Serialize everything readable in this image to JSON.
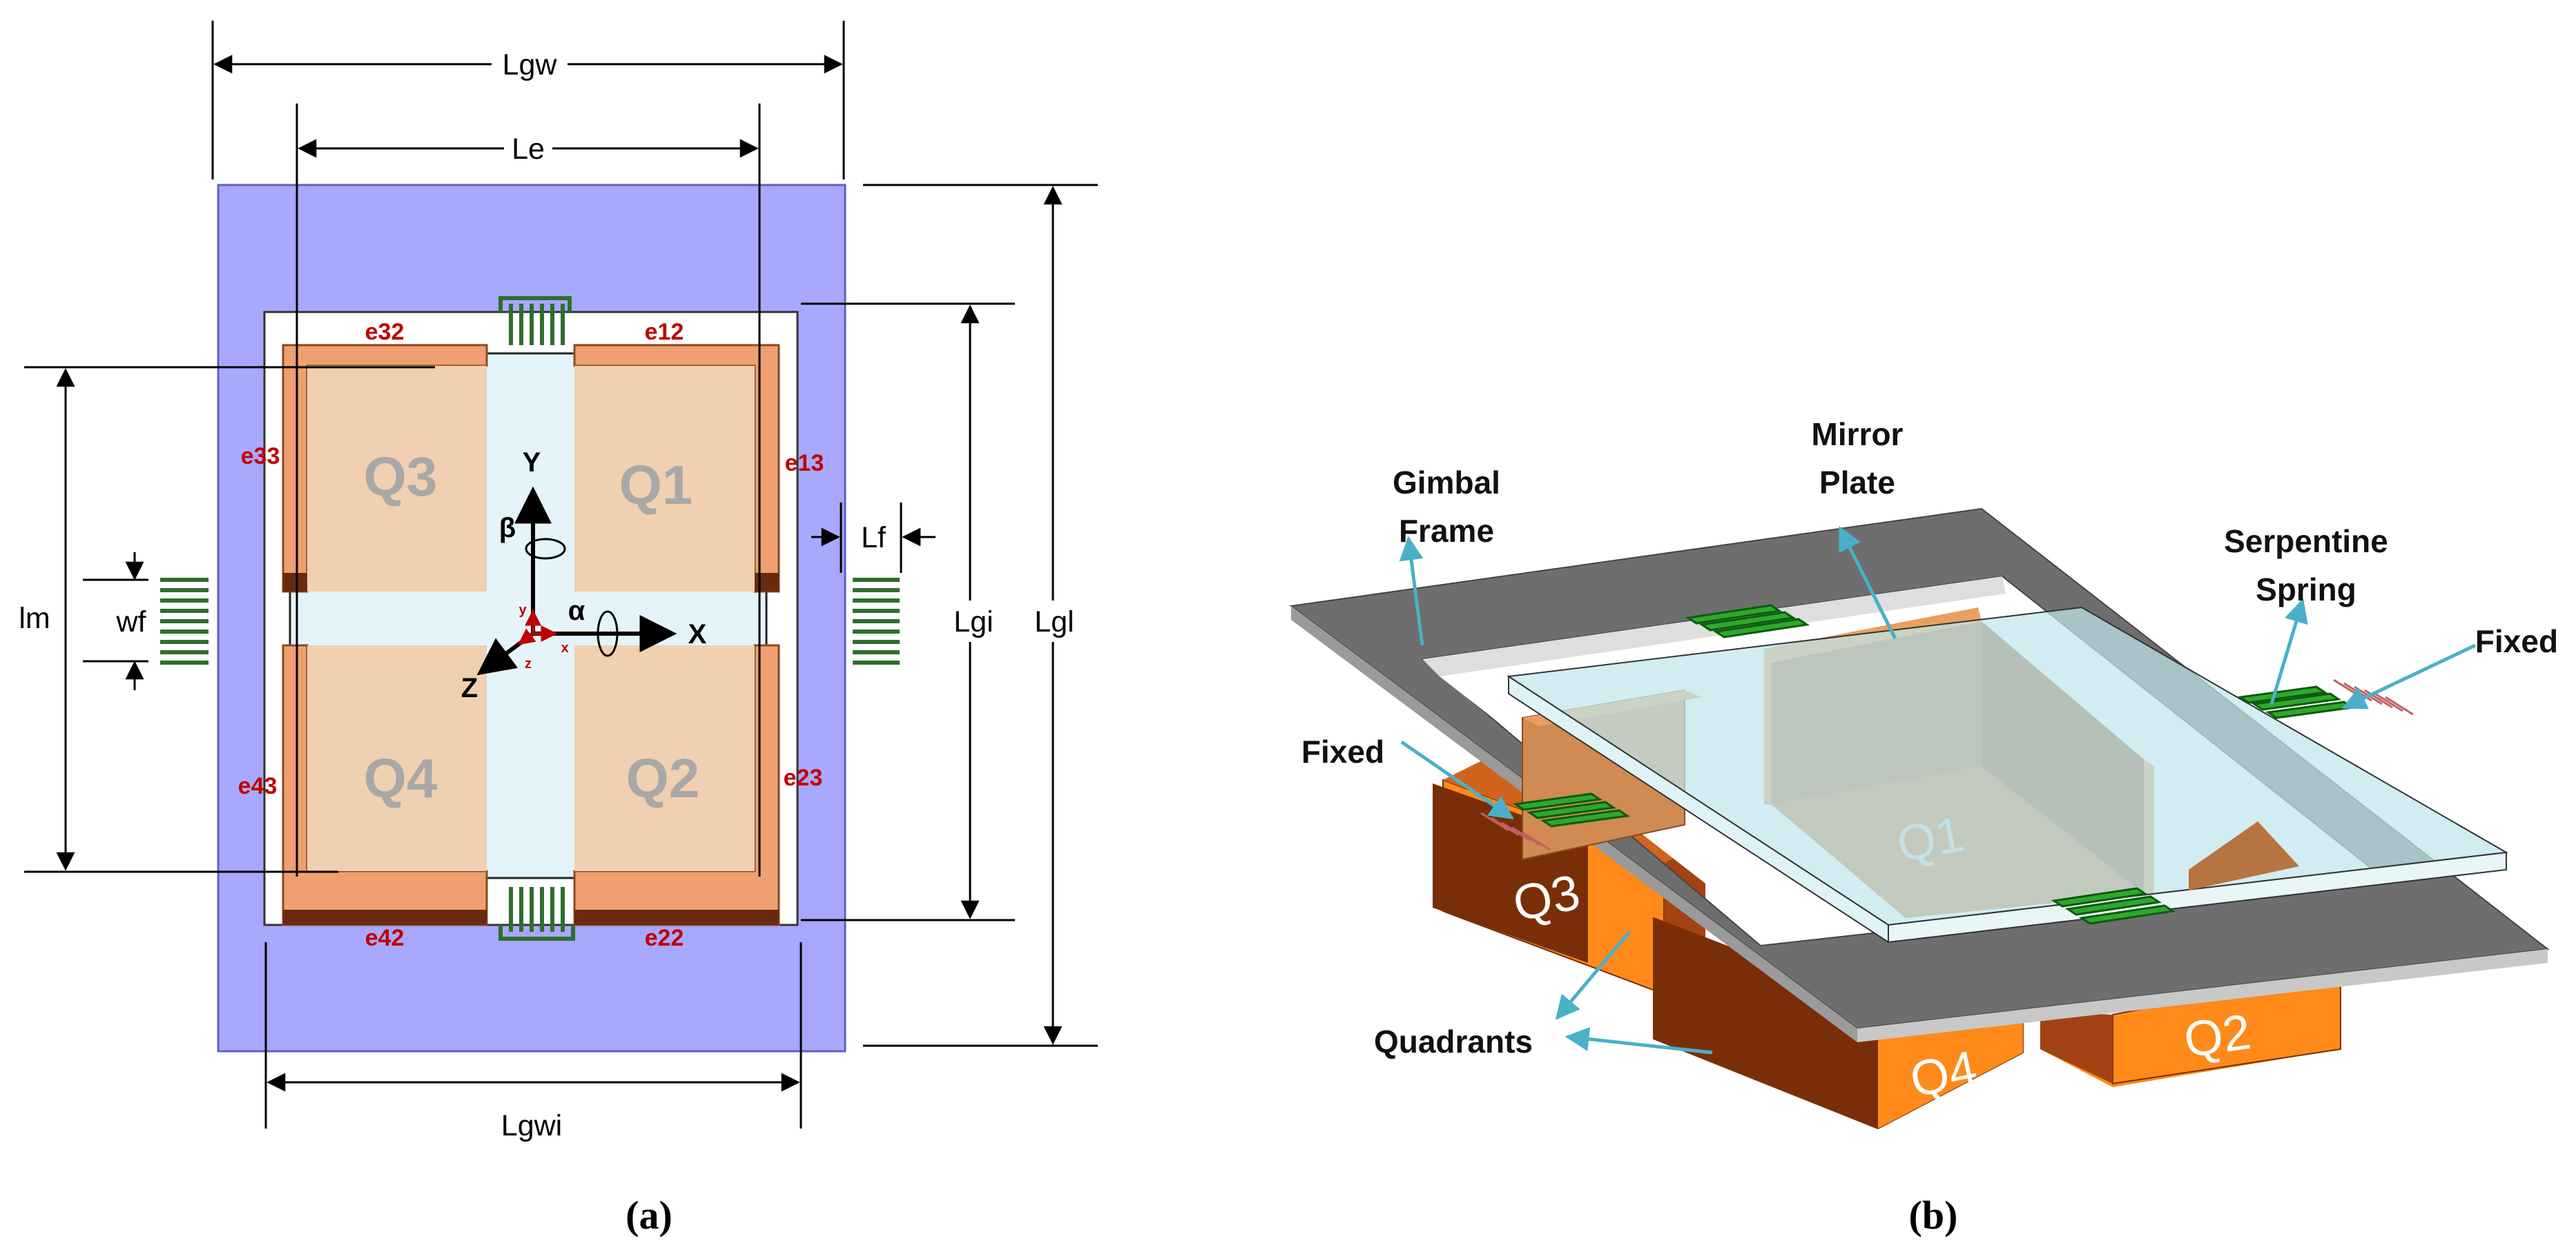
{
  "panel_a": {
    "dims": {
      "lgw": "Lgw",
      "le": "Le",
      "lgi": "Lgi",
      "lgl": "Lgl",
      "lm": "lm",
      "wf": "wf",
      "lf": "Lf",
      "lgwi": "Lgwi"
    },
    "electrodes": {
      "e32": "e32",
      "e12": "e12",
      "e33": "e33",
      "e13": "e13",
      "e43": "e43",
      "e23": "e23",
      "e42": "e42",
      "e22": "e22"
    },
    "quadrants": {
      "q1": "Q1",
      "q2": "Q2",
      "q3": "Q3",
      "q4": "Q4"
    },
    "axes": {
      "x": "X",
      "y": "Y",
      "z": "Z",
      "alpha": "α",
      "beta": "β",
      "small_x": "x",
      "small_y": "y",
      "small_z": "z"
    },
    "caption": "(a)"
  },
  "panel_b": {
    "labels": {
      "mirror_line1": "Mirror",
      "mirror_line2": "Plate",
      "gimbal_line1": "Gimbal",
      "gimbal_line2": "Frame",
      "serp_line1": "Serpentine",
      "serp_line2": "Spring",
      "fixed_right": "Fixed",
      "fixed_left": "Fixed",
      "quadrants": "Quadrants"
    },
    "quadrants": {
      "q1": "Q1",
      "q2": "Q2",
      "q3": "Q3",
      "q4": "Q4"
    },
    "caption": "(b)"
  },
  "colors": {
    "gimbal_frame_a": "#a8a8ff",
    "mirror_plate": "#e4f4fa",
    "electrode": "#f0a070",
    "quadrant_fill": "#f0d0b0",
    "spring": "#2e8b2e",
    "frame_top_b": "#6e6e6e",
    "quadrant_orange": "#ff8a1a",
    "quadrant_dark": "#7a2e08",
    "glass": "#bfe6ec",
    "arrow": "#4ab0c8",
    "electrode_label": "#c00000"
  }
}
